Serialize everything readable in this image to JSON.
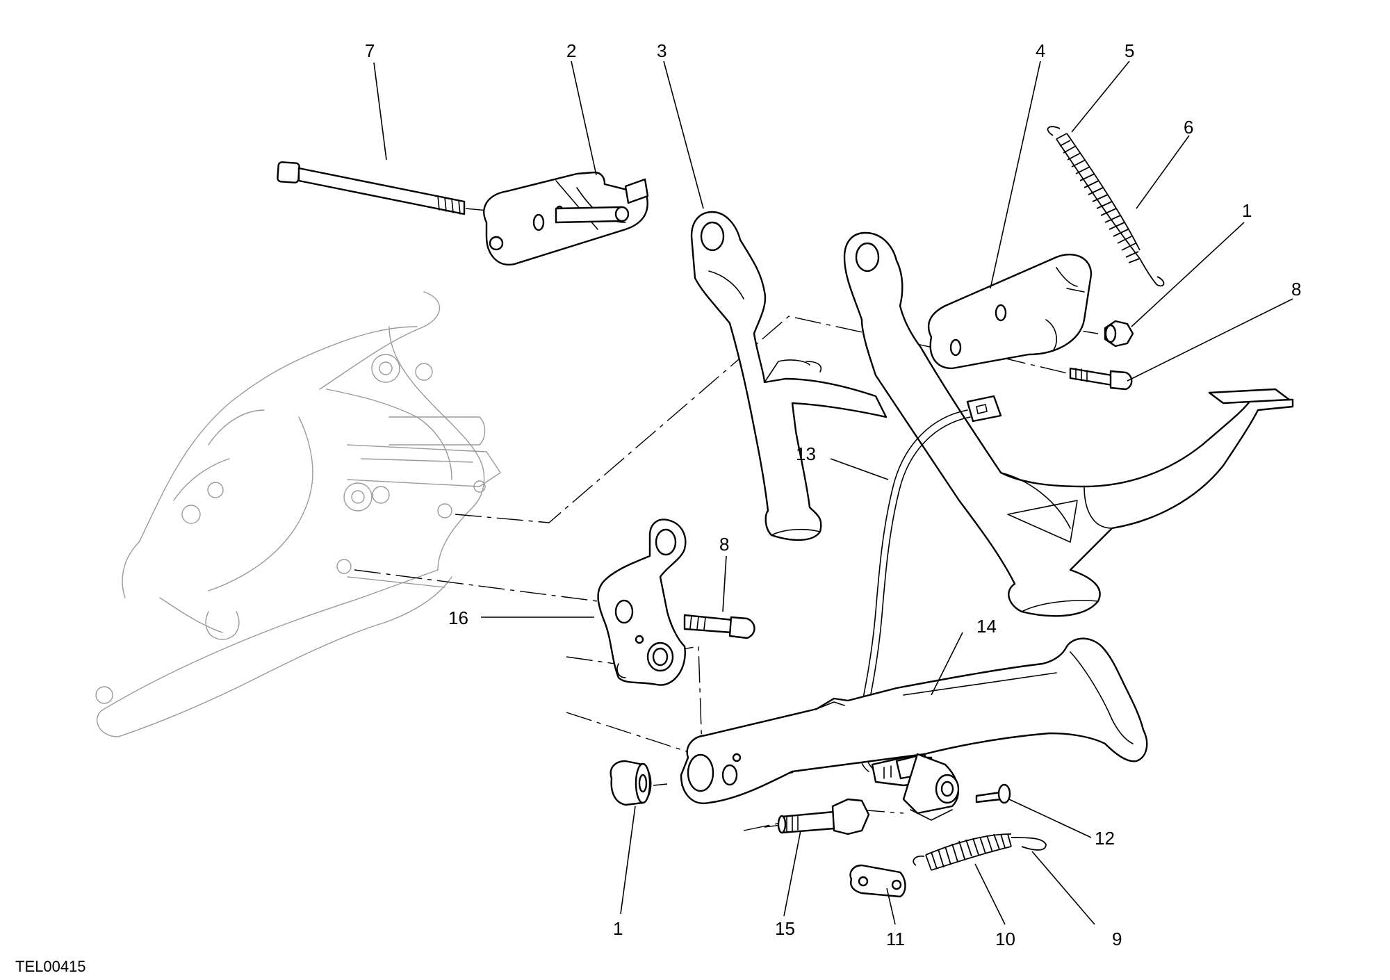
{
  "drawing_code": "TEL00415",
  "callouts": [
    {
      "id": "c7",
      "label": "7"
    },
    {
      "id": "c2",
      "label": "2"
    },
    {
      "id": "c3",
      "label": "3"
    },
    {
      "id": "c4",
      "label": "4"
    },
    {
      "id": "c5",
      "label": "5"
    },
    {
      "id": "c6",
      "label": "6"
    },
    {
      "id": "c1a",
      "label": "1"
    },
    {
      "id": "c8a",
      "label": "8"
    },
    {
      "id": "c13",
      "label": "13"
    },
    {
      "id": "c8b",
      "label": "8"
    },
    {
      "id": "c16",
      "label": "16"
    },
    {
      "id": "c14",
      "label": "14"
    },
    {
      "id": "c12",
      "label": "12"
    },
    {
      "id": "c1b",
      "label": "1"
    },
    {
      "id": "c15",
      "label": "15"
    },
    {
      "id": "c11",
      "label": "11"
    },
    {
      "id": "c10",
      "label": "10"
    },
    {
      "id": "c9",
      "label": "9"
    }
  ]
}
